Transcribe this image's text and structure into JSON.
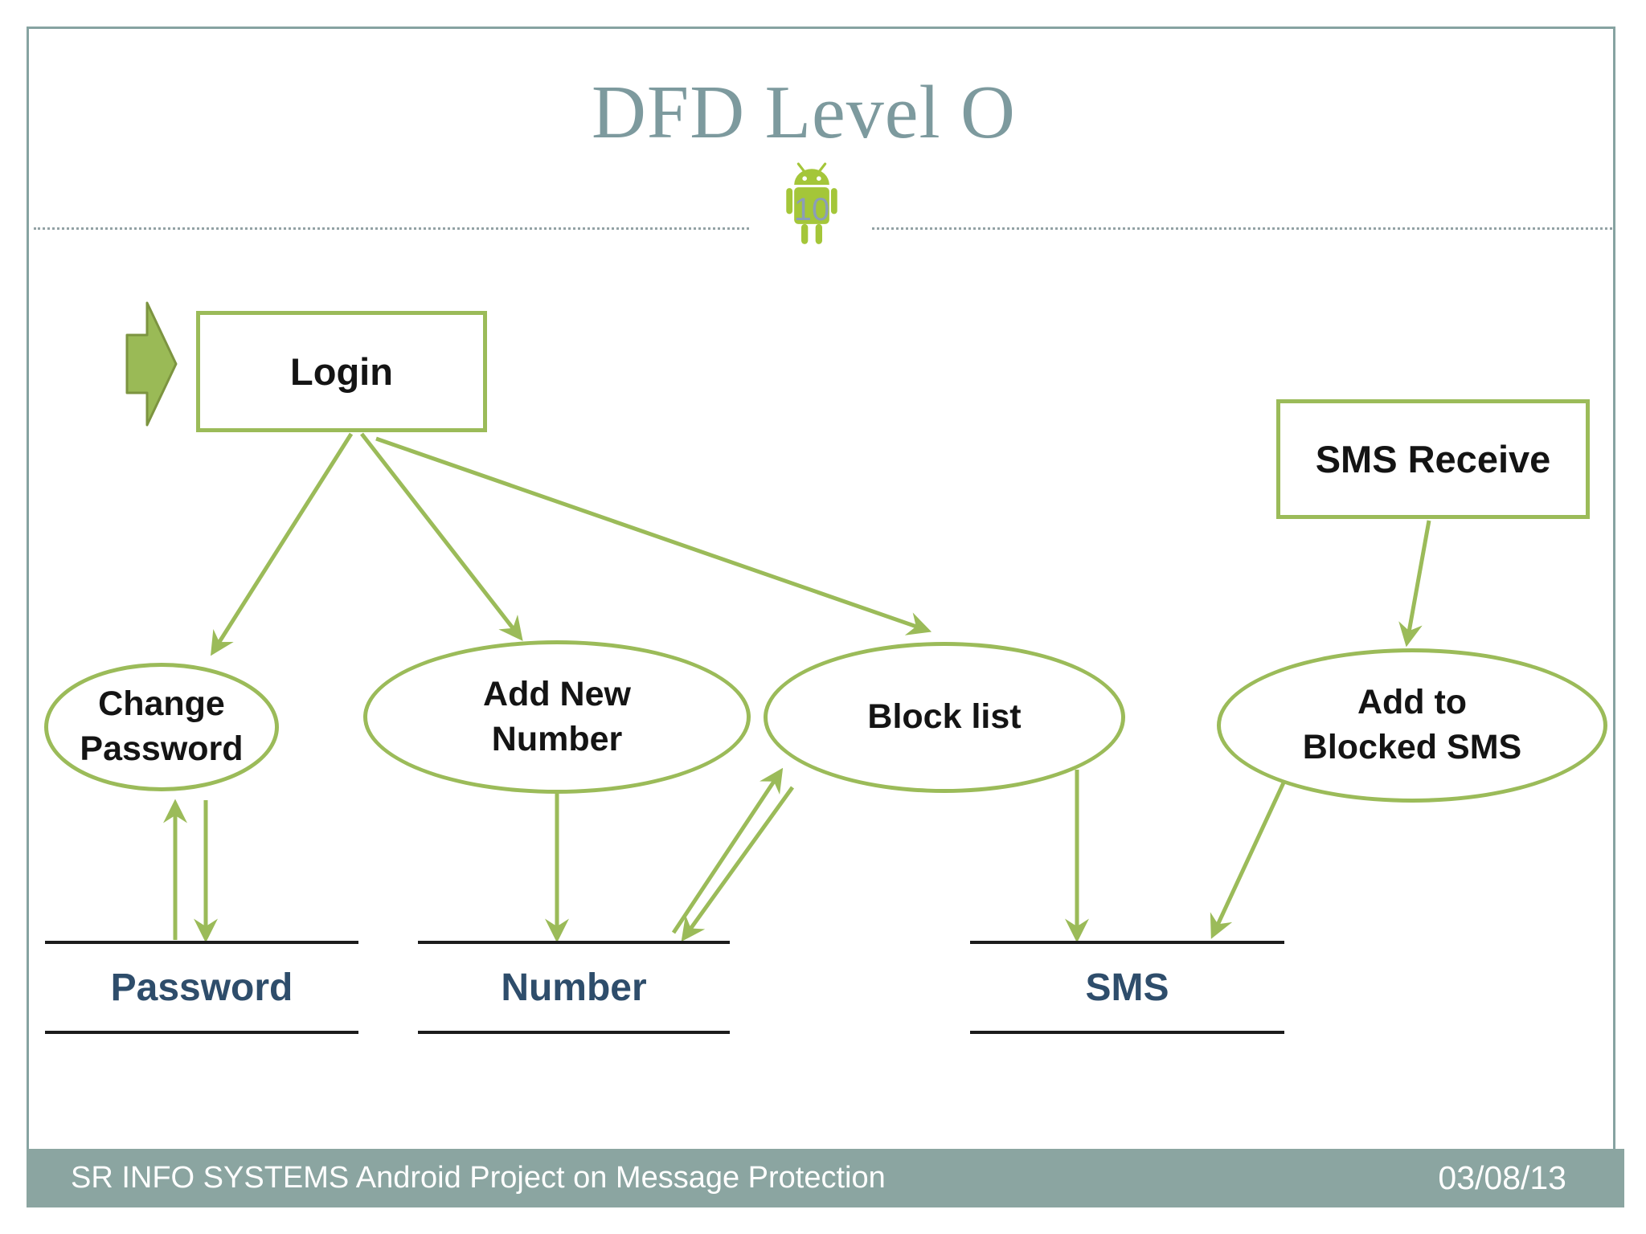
{
  "slide": {
    "title": "DFD Level O",
    "page_number": "10",
    "footer": {
      "project": "SR INFO SYSTEMS Android Project on Message Protection",
      "date": "03/08/13"
    }
  },
  "diagram": {
    "entities": {
      "login": {
        "label": "Login"
      },
      "sms_receive": {
        "label": "SMS Receive"
      }
    },
    "processes": {
      "change_password": {
        "line1": "Change",
        "line2": "Password"
      },
      "add_new_number": {
        "line1": "Add New",
        "line2": "Number"
      },
      "block_list": {
        "line1": "Block list"
      },
      "add_to_blocked_sms": {
        "line1": "Add to",
        "line2": "Blocked SMS"
      }
    },
    "data_stores": {
      "password": {
        "label": "Password"
      },
      "number": {
        "label": "Number"
      },
      "sms": {
        "label": "SMS"
      }
    },
    "flows": [
      {
        "from": "login",
        "to": "change_password"
      },
      {
        "from": "login",
        "to": "add_new_number"
      },
      {
        "from": "login",
        "to": "block_list"
      },
      {
        "from": "sms_receive",
        "to": "add_to_blocked_sms"
      },
      {
        "from": "password",
        "to": "change_password"
      },
      {
        "from": "change_password",
        "to": "password"
      },
      {
        "from": "add_new_number",
        "to": "number"
      },
      {
        "from": "number",
        "to": "block_list"
      },
      {
        "from": "block_list",
        "to": "number"
      },
      {
        "from": "block_list",
        "to": "sms"
      },
      {
        "from": "add_to_blocked_sms",
        "to": "sms"
      }
    ],
    "colors": {
      "shape_green": "#9bbb59",
      "entry_arrow_fill": "#9aba56",
      "entry_arrow_outline": "#7c9440",
      "title_teal": "#7d9a9e",
      "footer_teal": "#8ba5a1",
      "slide_border_teal": "#86a3a1",
      "store_text_navy": "#2e4d6b",
      "android_green": "#a4c639",
      "page_number_blue": "#8b9db8"
    }
  }
}
